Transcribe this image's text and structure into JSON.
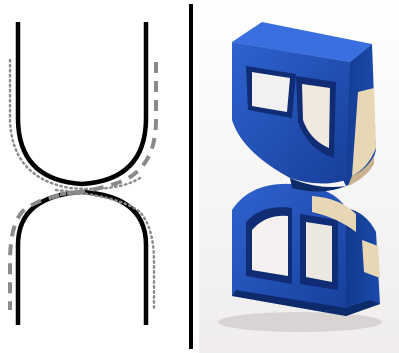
{
  "figure": {
    "panels": [
      "profile-diagram",
      "foam-model-photo"
    ],
    "colors": {
      "background": "#ffffff",
      "outline": "#000000",
      "dotted_trace": "#8a8a8a",
      "dashed_trace": "#8a8a8a",
      "foam_blue": "#1f4fb8",
      "foam_blue_dark": "#123a8e",
      "foam_blue_shadow": "#0d2a6b",
      "foam_tan": "#e8d7b5",
      "photo_backdrop": "#f3f1f1"
    },
    "icons": {
      "left": "opposing-u-curves-diagram",
      "right": "blue-foam-rolling-contact-model"
    }
  }
}
